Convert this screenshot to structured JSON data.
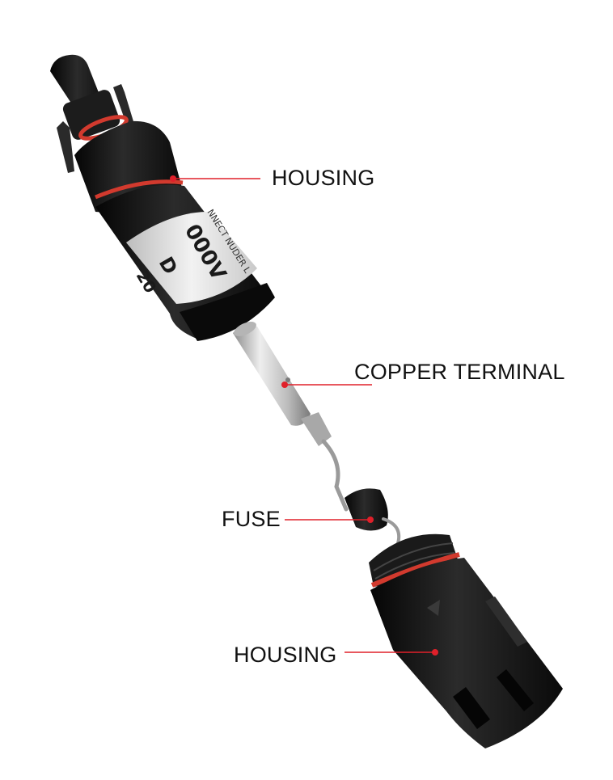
{
  "labels": {
    "housing_top": "HOUSING",
    "copper_terminal": "COPPER TERMINAL",
    "fuse": "FUSE",
    "housing_bottom": "HOUSING"
  },
  "product_print": {
    "rating": "000V",
    "line2": "NNECT NUDER L",
    "mark_d": "D",
    "mark_20": "20"
  },
  "colors": {
    "background": "#ffffff",
    "body_black": "#151515",
    "seal_red": "#d23a2e",
    "leader_red": "#e0202a",
    "label_text": "#111111",
    "metal": "#c8c8c8"
  }
}
